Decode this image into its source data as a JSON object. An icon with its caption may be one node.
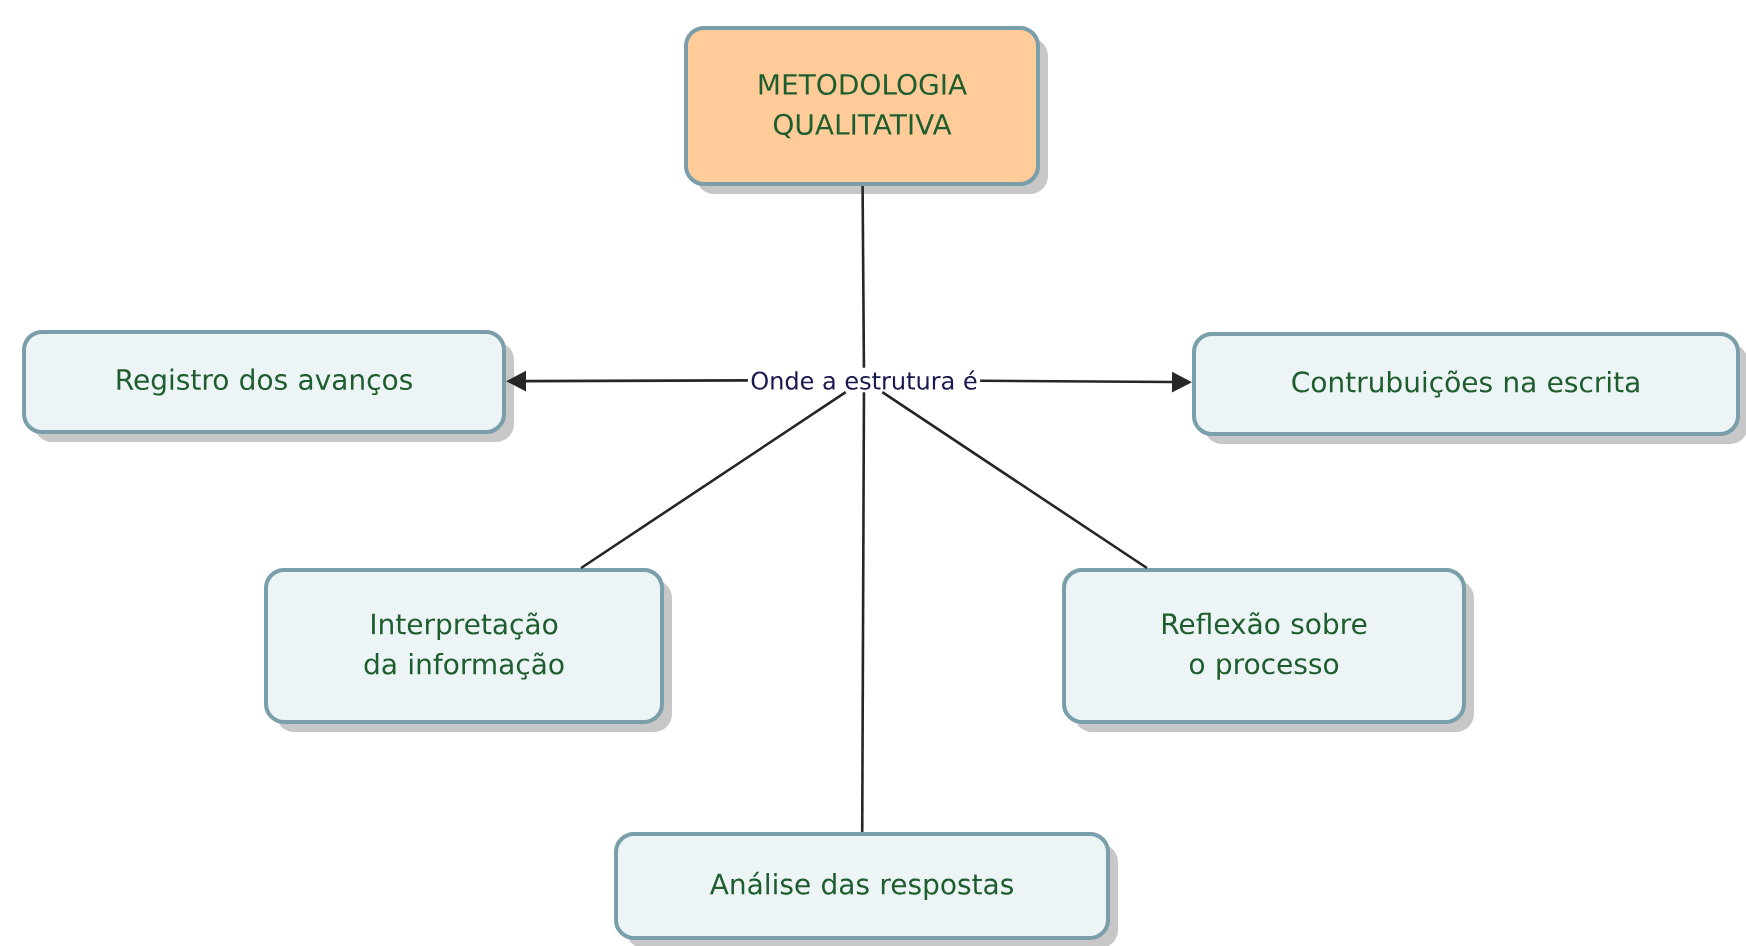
{
  "diagram": {
    "nodes": [
      {
        "text": [
          "METODOLOGIA QUALITATIVA"
        ]
      },
      {
        "text": [
          "Onde a estrutura é"
        ]
      },
      {
        "text": [
          "Registro dos avanços"
        ]
      },
      {
        "text": [
          "Contrubuições na escrita"
        ]
      },
      {
        "text": [
          "Interpretação da informação"
        ]
      },
      {
        "text": [
          "Reflexão sobre o processo"
        ]
      },
      {
        "text": [
          "Análise das respostas"
        ]
      }
    ],
    "edges": [
      {
        "from": 0,
        "to": 1,
        "arrow": "none"
      },
      {
        "from": 1,
        "to": 2,
        "arrow": "to"
      },
      {
        "from": 1,
        "to": 3,
        "arrow": "to"
      },
      {
        "from": 1,
        "to": 4,
        "arrow": "none"
      },
      {
        "from": 1,
        "to": 5,
        "arrow": "none"
      },
      {
        "from": 1,
        "to": 6,
        "arrow": "none"
      }
    ]
  }
}
